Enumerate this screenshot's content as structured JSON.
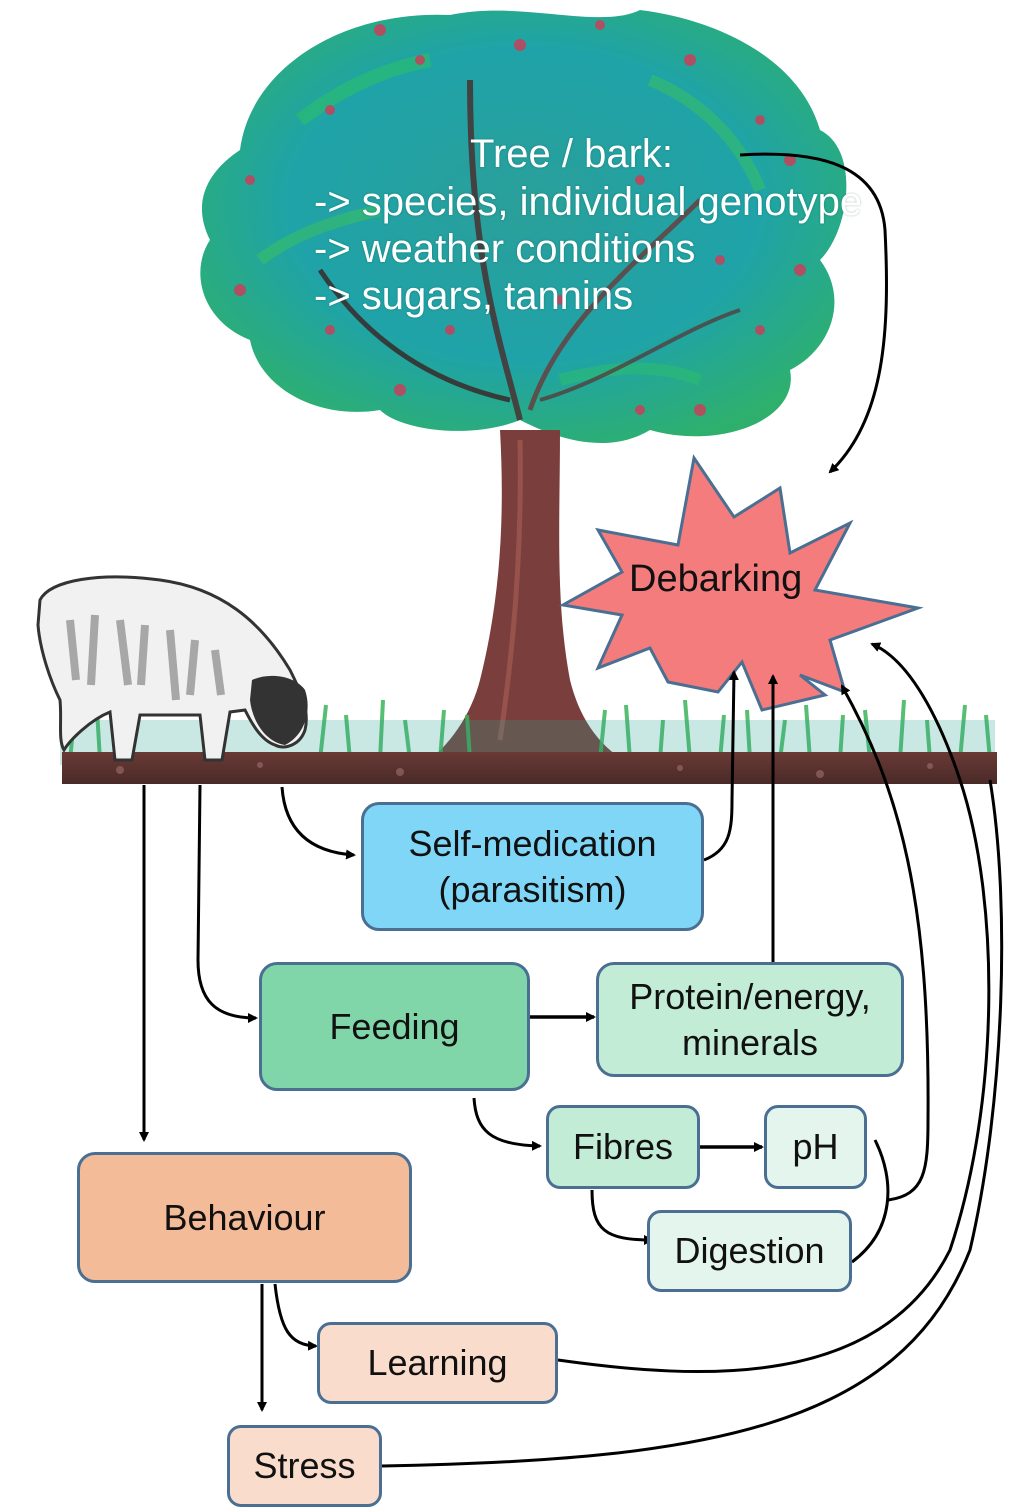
{
  "figure": {
    "tree_title": "Tree / bark:",
    "tree_factors": [
      "-> species, individual genotype",
      "-> weather conditions",
      "-> sugars, tannins"
    ],
    "outcome": "Debarking"
  },
  "nodes": {
    "self_medication": {
      "line1": "Self-medication",
      "line2": "(parasitism)"
    },
    "feeding": {
      "label": "Feeding"
    },
    "protein": {
      "line1": "Protein/energy,",
      "line2": "minerals"
    },
    "fibres": {
      "label": "Fibres"
    },
    "ph": {
      "label": "pH"
    },
    "digestion": {
      "label": "Digestion"
    },
    "behaviour": {
      "label": "Behaviour"
    },
    "learning": {
      "label": "Learning"
    },
    "stress": {
      "label": "Stress"
    }
  },
  "colors": {
    "self_medication": "#7fd6f7",
    "feeding": "#80d6a8",
    "protein": "#c2ecd6",
    "fibres": "#c2ecd6",
    "ph": "#e3f5ec",
    "digestion": "#e3f5ec",
    "behaviour": "#f4bb98",
    "learning": "#f9dccb",
    "stress": "#f9dccb",
    "debarking": "#f47c7c",
    "border": "#4a6f93"
  }
}
